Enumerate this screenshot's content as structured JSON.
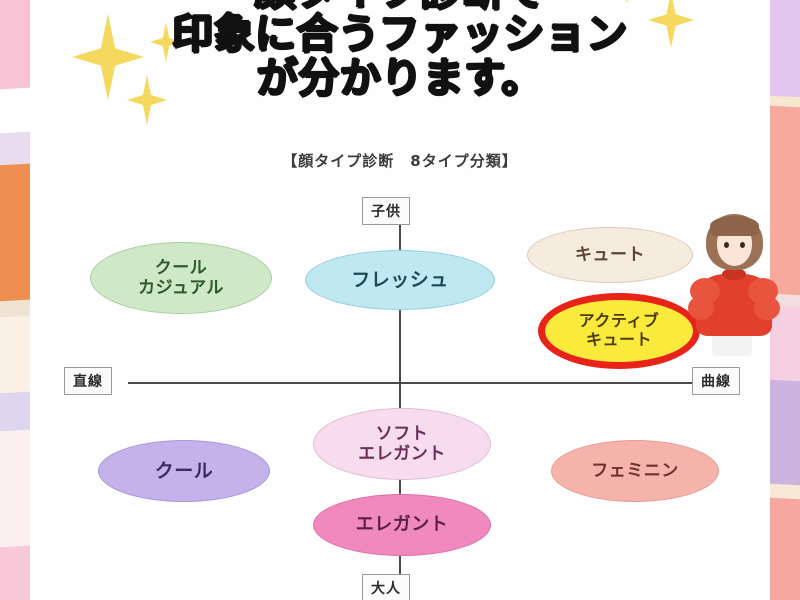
{
  "header": {
    "line1": "顔タイプ診断で",
    "line2": "印象に合うファッション",
    "line3": "が分かります。",
    "subtitle": "【顔タイプ診断　8タイプ分類】"
  },
  "axes": {
    "top_label": "子供",
    "bottom_label": "大人",
    "left_label": "直線",
    "right_label": "曲線"
  },
  "chart_data": {
    "type": "scatter",
    "title": "顔タイプ診断 8タイプ分類",
    "xlabel": "直線 ←→ 曲線",
    "ylabel": "子供 ←→ 大人",
    "xlim": [
      -1,
      1
    ],
    "ylim": [
      -1,
      1
    ],
    "grid": false,
    "legend": "none",
    "axis_ticks": {
      "x": [
        "直線",
        "曲線"
      ],
      "y": [
        "子供",
        "大人"
      ]
    },
    "points": [
      {
        "label": "クール\nカジュアル",
        "x": -0.62,
        "y": 0.48,
        "fill": "#cfe9c8",
        "stroke": "#a9cda0",
        "text": "#2e5a2a"
      },
      {
        "label": "フレッシュ",
        "x": 0.0,
        "y": 0.46,
        "fill": "#bfe8f0",
        "stroke": "#93cfdb",
        "text": "#1d4a57"
      },
      {
        "label": "キュート",
        "x": 0.48,
        "y": 0.57,
        "fill": "#f6ebdf",
        "stroke": "#ddcab6",
        "text": "#5b4433"
      },
      {
        "label": "アクティブ\nキュート",
        "x": 0.47,
        "y": 0.22,
        "fill": "#f9ea3c",
        "stroke": "#e8231a",
        "text": "#4d3c0a",
        "highlight": true
      },
      {
        "label": "クール",
        "x": -0.58,
        "y": -0.42,
        "fill": "#c5b2ea",
        "stroke": "#a894d9",
        "text": "#3b2a63"
      },
      {
        "label": "ソフト\nエレガント",
        "x": 0.0,
        "y": -0.28,
        "fill": "#f7dcef",
        "stroke": "#e0b9d3",
        "text": "#6a2f58"
      },
      {
        "label": "エレガント",
        "x": 0.0,
        "y": -0.6,
        "fill": "#f089bd",
        "stroke": "#dd6fa8",
        "text": "#5c1f43"
      },
      {
        "label": "フェミニン",
        "x": 0.52,
        "y": -0.45,
        "fill": "#f6b3ac",
        "stroke": "#e79a93",
        "text": "#6b332c"
      }
    ],
    "highlighted": "アクティブキュート",
    "highlight_color": "#e8231a"
  },
  "nodes": [
    {
      "name": "cool-casual",
      "l1": "クール",
      "l2": "カジュアル"
    },
    {
      "name": "fresh",
      "l1": "フレッシュ",
      "l2": ""
    },
    {
      "name": "cute",
      "l1": "キュート",
      "l2": ""
    },
    {
      "name": "active-cute",
      "l1": "アクティブ",
      "l2": "キュート"
    },
    {
      "name": "cool",
      "l1": "クール",
      "l2": ""
    },
    {
      "name": "soft-elegant",
      "l1": "ソフト",
      "l2": "エレガント"
    },
    {
      "name": "elegant",
      "l1": "エレガント",
      "l2": ""
    },
    {
      "name": "feminine",
      "l1": "フェミニン",
      "l2": ""
    }
  ],
  "colors": {
    "sparkle": "#f5d95e",
    "highlight_ring": "#e8231a",
    "axis": "#4a4a4a",
    "card": "#ffffff"
  },
  "decor": {
    "character_alt": "ボブヘアの女性イラスト（赤いフリルトップス）"
  }
}
